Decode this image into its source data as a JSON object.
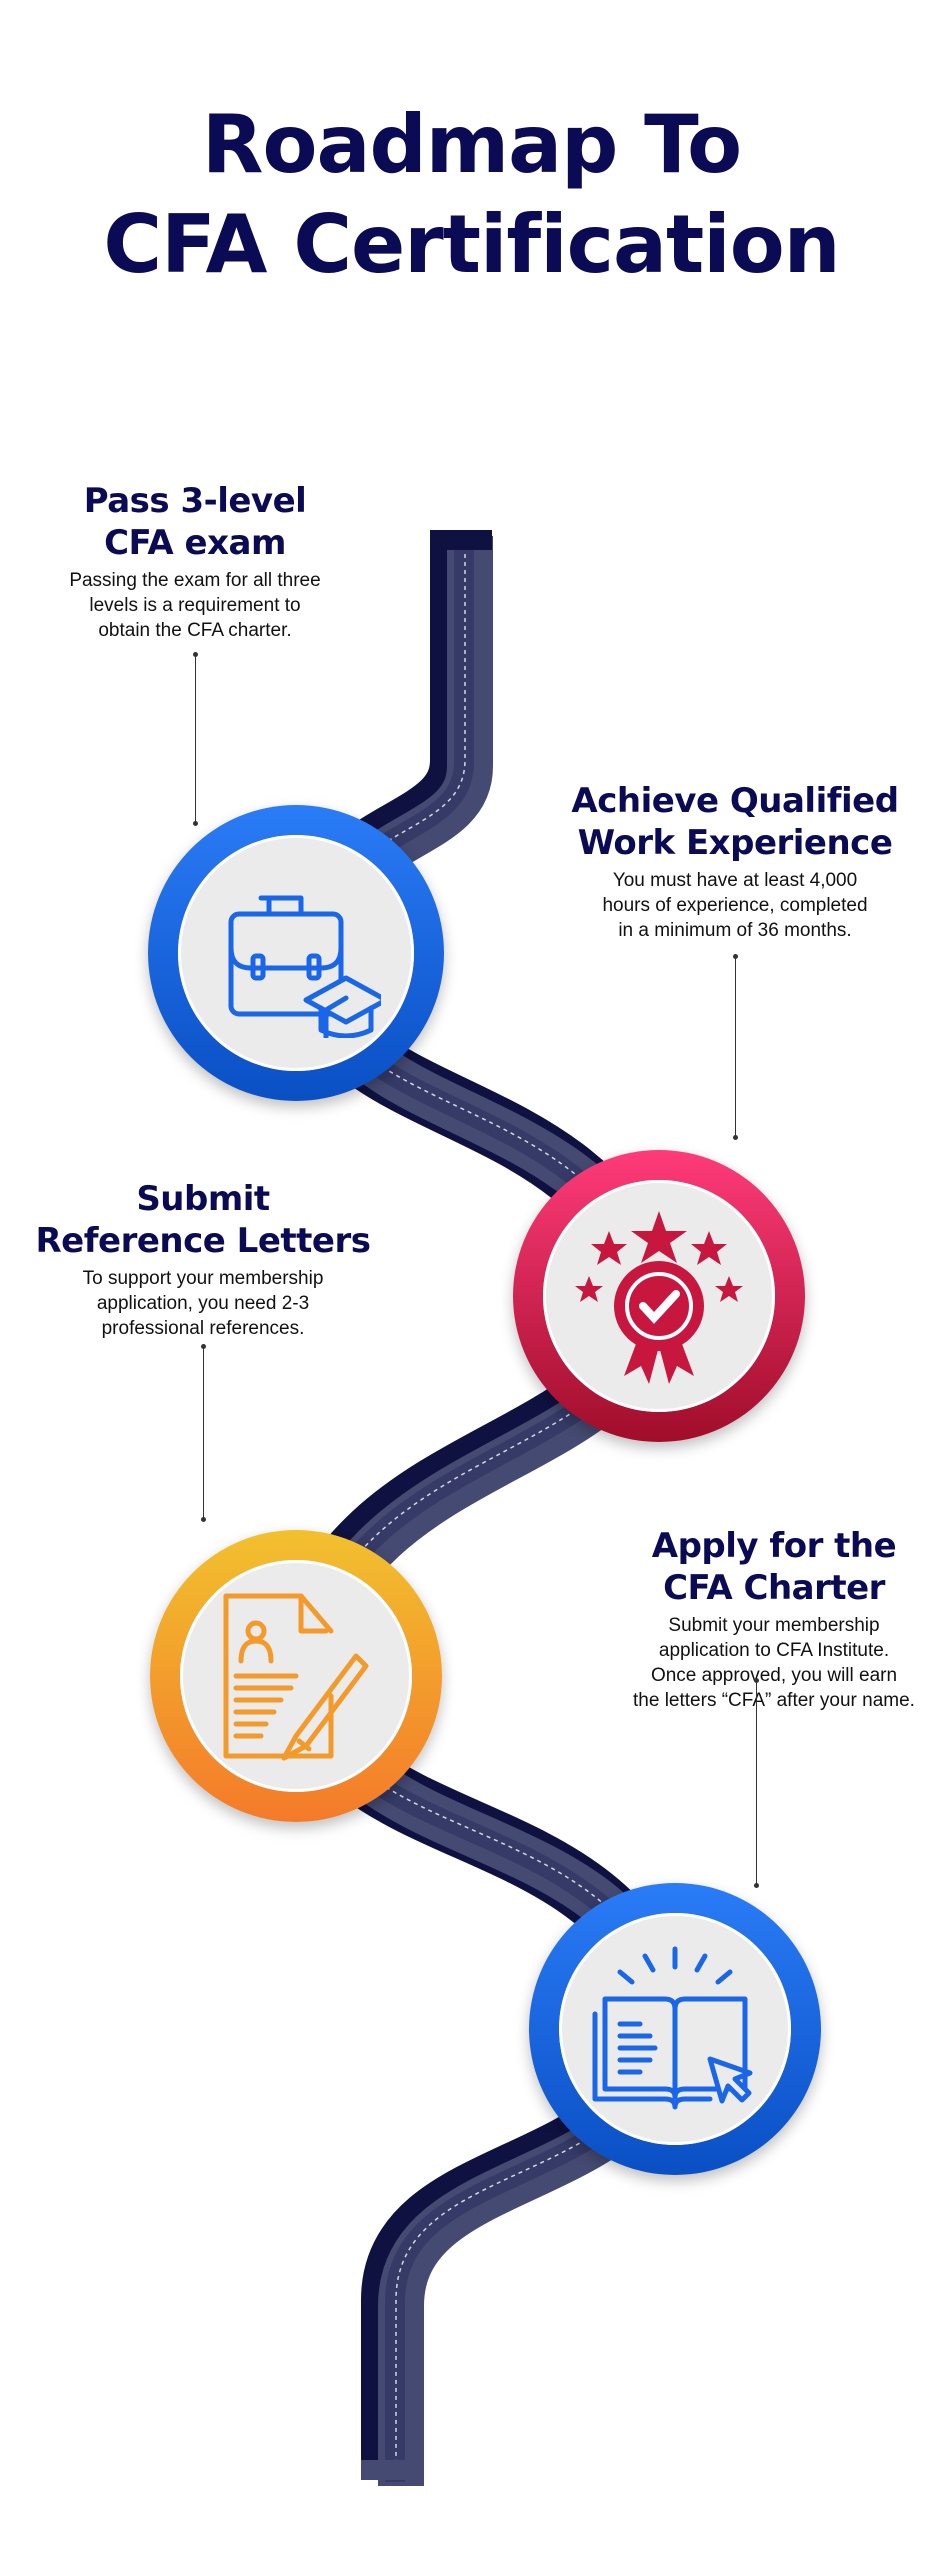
{
  "title": {
    "line1": "Roadmap To",
    "line2": "CFA Certification"
  },
  "colors": {
    "heading": "#0b0b55",
    "road_dark": "#0f1140",
    "road_light": "#454a72",
    "blue": "#1a66e8",
    "red": "#c8173f",
    "orange": "#f39a2a"
  },
  "steps": [
    {
      "heading1": "Pass 3-level",
      "heading2": "CFA exam",
      "desc": [
        "Passing the exam for all three",
        "levels is a requirement to",
        "obtain the CFA charter."
      ],
      "icon": "briefcase-graduation-cap-icon"
    },
    {
      "heading1": "Achieve Qualified",
      "heading2": "Work Experience",
      "desc": [
        "You must have at least 4,000",
        "hours of experience, completed",
        "in a minimum of 36 months."
      ],
      "icon": "award-badge-stars-icon"
    },
    {
      "heading1": "Submit",
      "heading2": "Reference Letters",
      "desc": [
        "To support your membership",
        "application, you need 2-3",
        "professional references."
      ],
      "icon": "document-pencil-icon"
    },
    {
      "heading1": "Apply for the",
      "heading2": "CFA Charter",
      "desc": [
        "Submit your membership",
        "application to CFA Institute.",
        "Once approved, you will earn",
        "the letters “CFA” after your name."
      ],
      "icon": "open-book-cursor-icon"
    }
  ]
}
